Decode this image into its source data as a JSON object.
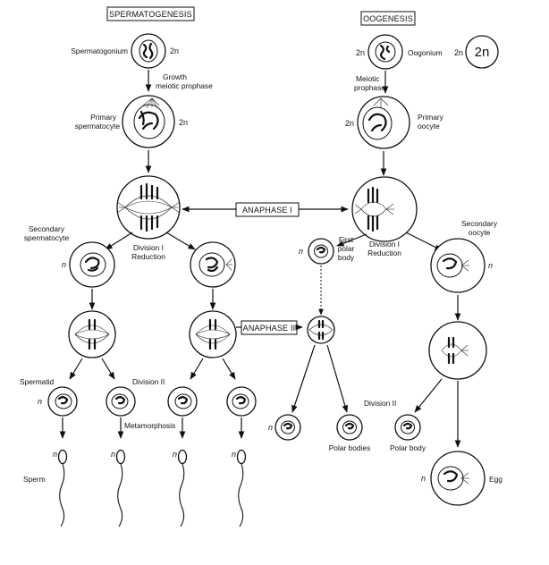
{
  "titles": {
    "spermatogenesis": "SPERMATOGENESIS",
    "oogenesis": "OOGENESIS"
  },
  "anaphase": {
    "one": "ANAPHASE I",
    "two": "ANAPHASE II"
  },
  "sperm_side": {
    "spermatogonium": "Spermatogonium",
    "growth_1": "Growth",
    "growth_2": "meiotic prophase",
    "primary_1": "Primary",
    "primary_2": "spermatocyte",
    "secondary_1": "Secondary",
    "secondary_2": "spermatocyte",
    "division1_1": "Division I",
    "division1_2": "Reduction",
    "spermatid": "Spermatid",
    "division2": "Division II",
    "metamorphosis": "Metamorphosis",
    "sperm": "Sperm"
  },
  "egg_side": {
    "oogonium": "Oogonium",
    "meiotic_1": "Meiotic",
    "meiotic_2": "prophase",
    "primary_1": "Primary",
    "primary_2": "oocyte",
    "first_polar_1": "First",
    "first_polar_2": "polar",
    "first_polar_3": "body",
    "division1_1": "Division I",
    "division1_2": "Reduction",
    "secondary_1": "Secondary",
    "secondary_2": "oocyte",
    "division2": "Division II",
    "polar_bodies": "Polar bodies",
    "polar_body": "Polar body",
    "egg": "Egg"
  },
  "ploidy": {
    "diploid": "2n",
    "haploid": "n"
  }
}
